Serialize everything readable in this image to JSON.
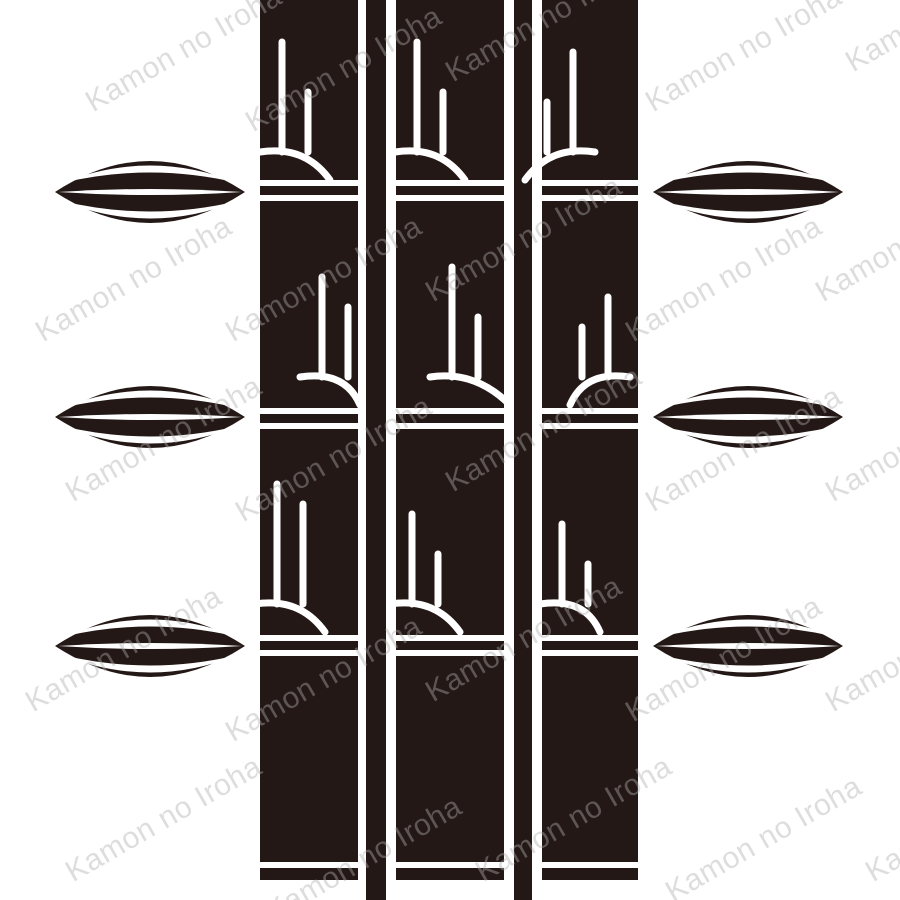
{
  "crest": {
    "colors": {
      "ink": "#231815",
      "paper": "#ffffff"
    },
    "culm_count": 3,
    "node_rows": 3,
    "bud_pairs": 3
  },
  "watermark": {
    "text": "Kamon no Iroha"
  }
}
